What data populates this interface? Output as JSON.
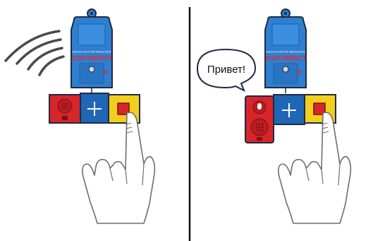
{
  "panels": [
    {
      "id": "left",
      "device_brand": "LOGIBLOCS",
      "device_subtitle": "ELECTRONIC BLOCKS SYSTEM",
      "output_block": "speaker",
      "sound_waves": 4
    },
    {
      "id": "right",
      "device_brand": "LOGIBLOCS",
      "device_subtitle": "ELECTRONIC BLOCKS SYSTEM",
      "output_block": "voice-recorder",
      "speech_text": "Привет!"
    }
  ],
  "colors": {
    "device_blue": "#2f7fd0",
    "device_outline": "#1f2a44",
    "connector_blue": "#1f66b5",
    "speaker_red": "#d7262b",
    "button_yellow": "#f2cf1d",
    "divider": "#111111",
    "hand_outline": "#6e6e6e"
  }
}
